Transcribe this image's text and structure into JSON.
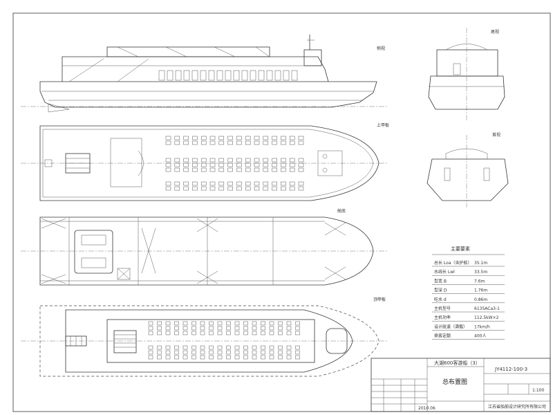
{
  "views": {
    "side_view": "侧视",
    "upper_deck": "上甲板",
    "main_deck": "舱底",
    "top_deck": "顶甲板",
    "stern_view": "尾视",
    "bow_view": "首视"
  },
  "specs": {
    "title": "主要要素",
    "rows": [
      {
        "label": "总长 Loa（含护舷）",
        "value": "35.1m"
      },
      {
        "label": "水线长 Lwl",
        "value": "33.5m"
      },
      {
        "label": "型宽 B",
        "value": "7.6m"
      },
      {
        "label": "型深 D",
        "value": "1.76m"
      },
      {
        "label": "吃水 d",
        "value": "0.86m"
      },
      {
        "label": "主机型号",
        "value": "6135ACa3-1"
      },
      {
        "label": "主机功率",
        "value": "112.5kW×2"
      },
      {
        "label": "设计航速（满载）",
        "value": "17km/h"
      },
      {
        "label": "乘客定额",
        "value": "400人"
      }
    ]
  },
  "title_block": {
    "project": "大湖600客游船（3）",
    "drawing_no": "JY4112-100-3",
    "drawing_title": "总布置图",
    "scale": "1:100",
    "company": "江苏省船舶设计研究所有限公司",
    "date": "2010.06"
  }
}
